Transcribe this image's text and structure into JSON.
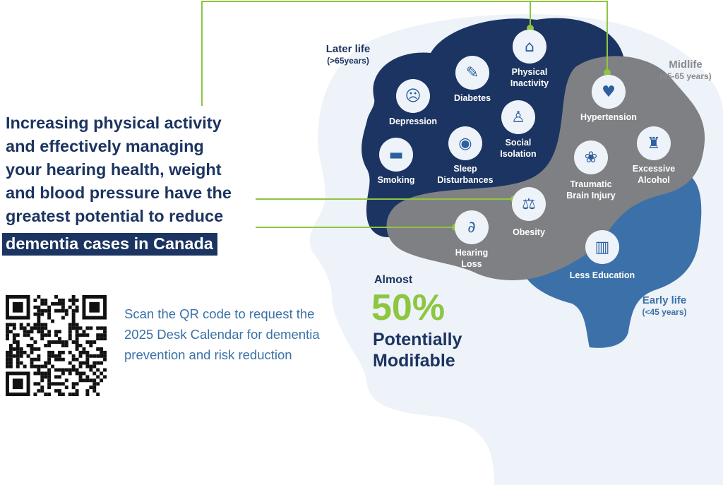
{
  "headline": {
    "lines": [
      "Increasing physical activity",
      "and effectively managing",
      "your hearing health, weight",
      "and blood pressure have the",
      "greatest potential to reduce"
    ],
    "highlight": "dementia cases in Canada"
  },
  "qr": {
    "caption": "Scan the QR code to request the 2025 Desk Calendar for dementia prevention and risk reduction"
  },
  "stages": {
    "later": {
      "title": "Later life",
      "range": "(>65years)"
    },
    "mid": {
      "title": "Midlife",
      "range": "(45-65 years)"
    },
    "early": {
      "title": "Early life",
      "range": "(<45 years)"
    }
  },
  "factors": [
    {
      "label": "Physical Inactivity",
      "icon": "couch-icon"
    },
    {
      "label": "Diabetes",
      "icon": "insulin-pen-icon"
    },
    {
      "label": "Depression",
      "icon": "depressed-person-icon"
    },
    {
      "label": "Social Isolation",
      "icon": "isolated-person-icon"
    },
    {
      "label": "Smoking",
      "icon": "cigarette-icon"
    },
    {
      "label": "Sleep Disturbances",
      "icon": "eye-icon"
    },
    {
      "label": "Hypertension",
      "icon": "blood-pressure-icon"
    },
    {
      "label": "Traumatic Brain Injury",
      "icon": "brain-icon"
    },
    {
      "label": "Excessive Alcohol",
      "icon": "wine-bottle-icon"
    },
    {
      "label": "Obesity",
      "icon": "scale-icon"
    },
    {
      "label": "Hearing Loss",
      "icon": "hearing-loss-icon"
    },
    {
      "label": "Less Education",
      "icon": "book-icon"
    }
  ],
  "summary": {
    "prefix": "Almost",
    "percent": "50%",
    "line1": "Potentially",
    "line2": "Modifable"
  },
  "colors": {
    "navy": "#1c3461",
    "gray": "#7f8083",
    "blue": "#3b71a8",
    "green": "#8dc63f",
    "head": "#eef2f9"
  }
}
